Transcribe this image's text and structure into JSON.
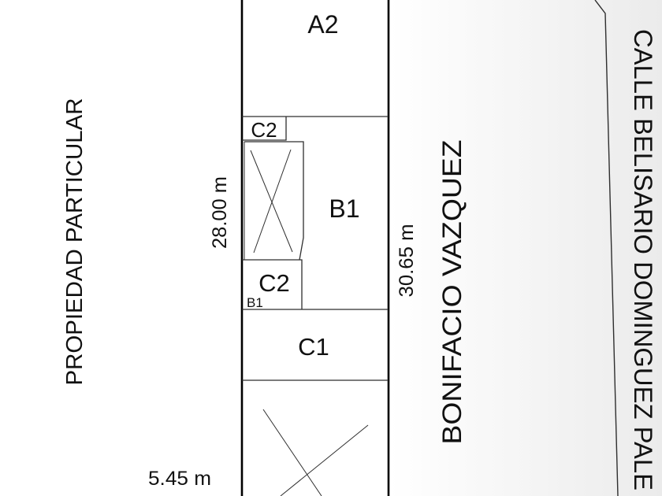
{
  "plan": {
    "areas": {
      "a2": "A2",
      "c2_top": "C2",
      "b1": "B1",
      "c2_middle": "C2",
      "b1_small": "B1",
      "c1": "C1"
    },
    "dimensions": {
      "depth_left": "28.00 m",
      "depth_right": "30.65 m",
      "front_width": "5.45 m"
    },
    "streets": {
      "left": "PROPIEDAD PARTICULAR",
      "middle": "BONIFACIO VAZQUEZ",
      "right": "CALLE BELISARIO DOMINGUEZ PALE"
    }
  },
  "colors": {
    "line": "#000000",
    "inner_line": "#2e2e2e",
    "text": "#111111",
    "shade": "#ebebeb"
  }
}
